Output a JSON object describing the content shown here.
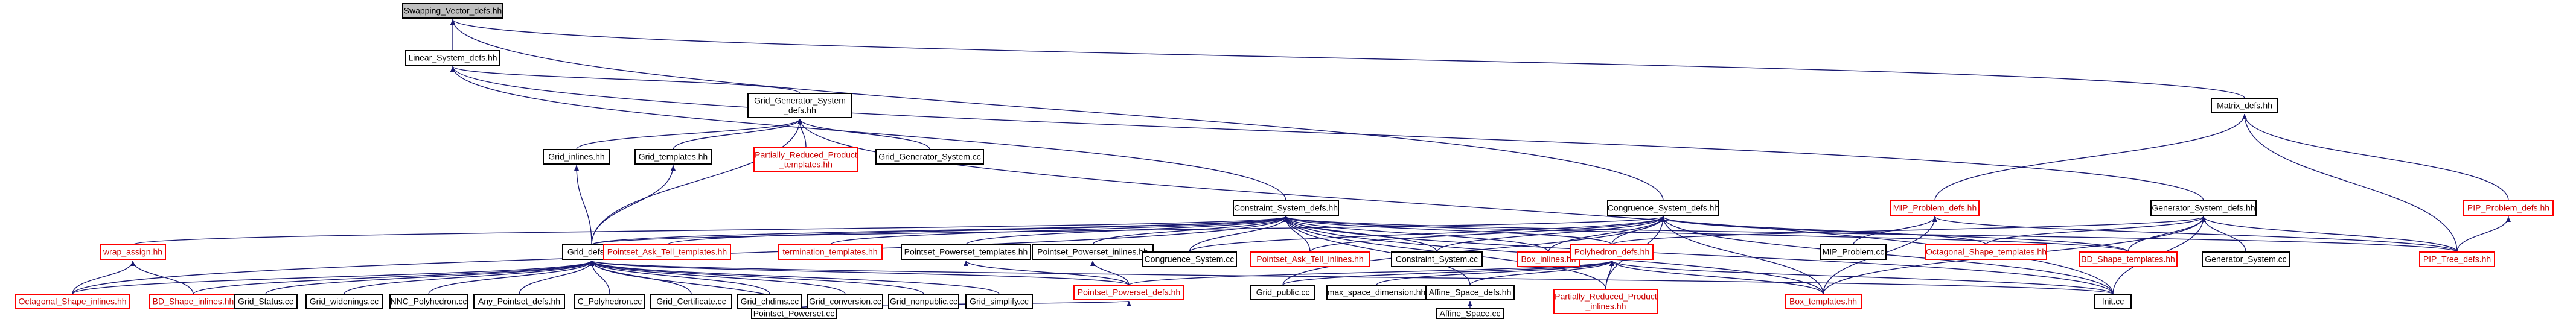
{
  "colors": {
    "edge": "#191970",
    "border_normal": "#000000",
    "border_red": "#ff0000",
    "focus_fill": "#bfbfbf",
    "text_normal": "#000000",
    "text_red": "#cc0000",
    "background": "#ffffff"
  },
  "nodes": [
    {
      "id": "swv",
      "lines": [
        "Swapping_Vector_defs.hh"
      ],
      "style": "focus"
    },
    {
      "id": "lsd",
      "lines": [
        "Linear_System_defs.hh"
      ],
      "style": "normal"
    },
    {
      "id": "mat",
      "lines": [
        "Matrix_defs.hh"
      ],
      "style": "normal"
    },
    {
      "id": "ggs",
      "lines": [
        "Grid_Generator_System",
        "_defs.hh"
      ],
      "style": "normal"
    },
    {
      "id": "gin",
      "lines": [
        "Grid_inlines.hh"
      ],
      "style": "normal"
    },
    {
      "id": "gtp",
      "lines": [
        "Grid_templates.hh"
      ],
      "style": "normal"
    },
    {
      "id": "prp",
      "lines": [
        "Partially_Reduced_Product",
        "_templates.hh"
      ],
      "style": "red"
    },
    {
      "id": "ggsc",
      "lines": [
        "Grid_Generator_System.cc"
      ],
      "style": "normal"
    },
    {
      "id": "csd",
      "lines": [
        "Constraint_System_defs.hh"
      ],
      "style": "normal"
    },
    {
      "id": "cgsd",
      "lines": [
        "Congruence_System_defs.hh"
      ],
      "style": "normal"
    },
    {
      "id": "mipd",
      "lines": [
        "MIP_Problem_defs.hh"
      ],
      "style": "red"
    },
    {
      "id": "gsd",
      "lines": [
        "Generator_System_defs.hh"
      ],
      "style": "normal"
    },
    {
      "id": "pipd",
      "lines": [
        "PIP_Problem_defs.hh"
      ],
      "style": "red"
    },
    {
      "id": "wrap",
      "lines": [
        "wrap_assign.hh"
      ],
      "style": "red"
    },
    {
      "id": "gdef",
      "lines": [
        "Grid_defs.hh"
      ],
      "style": "normal"
    },
    {
      "id": "patt",
      "lines": [
        "Pointset_Ask_Tell_templates.hh"
      ],
      "style": "red"
    },
    {
      "id": "term",
      "lines": [
        "termination_templates.hh"
      ],
      "style": "red"
    },
    {
      "id": "ppt",
      "lines": [
        "Pointset_Powerset_templates.hh"
      ],
      "style": "normal"
    },
    {
      "id": "ppi",
      "lines": [
        "Pointset_Powerset_inlines.hh"
      ],
      "style": "normal"
    },
    {
      "id": "cgsc",
      "lines": [
        "Congruence_System.cc"
      ],
      "style": "normal"
    },
    {
      "id": "pati",
      "lines": [
        "Pointset_Ask_Tell_inlines.hh"
      ],
      "style": "red"
    },
    {
      "id": "csc",
      "lines": [
        "Constraint_System.cc"
      ],
      "style": "normal"
    },
    {
      "id": "boxi",
      "lines": [
        "Box_inlines.hh"
      ],
      "style": "red"
    },
    {
      "id": "phd",
      "lines": [
        "Polyhedron_defs.hh"
      ],
      "style": "red"
    },
    {
      "id": "mipc",
      "lines": [
        "MIP_Problem.cc"
      ],
      "style": "normal"
    },
    {
      "id": "octt",
      "lines": [
        "Octagonal_Shape_templates.hh"
      ],
      "style": "red"
    },
    {
      "id": "bdst",
      "lines": [
        "BD_Shape_templates.hh"
      ],
      "style": "red"
    },
    {
      "id": "gsc",
      "lines": [
        "Generator_System.cc"
      ],
      "style": "normal"
    },
    {
      "id": "pipt",
      "lines": [
        "PIP_Tree_defs.hh"
      ],
      "style": "red"
    },
    {
      "id": "octi",
      "lines": [
        "Octagonal_Shape_inlines.hh"
      ],
      "style": "red"
    },
    {
      "id": "bdsi",
      "lines": [
        "BD_Shape_inlines.hh"
      ],
      "style": "red"
    },
    {
      "id": "gst",
      "lines": [
        "Grid_Status.cc"
      ],
      "style": "normal"
    },
    {
      "id": "gwid",
      "lines": [
        "Grid_widenings.cc"
      ],
      "style": "normal"
    },
    {
      "id": "nnc",
      "lines": [
        "NNC_Polyhedron.cc"
      ],
      "style": "normal"
    },
    {
      "id": "apd",
      "lines": [
        "Any_Pointset_defs.hh"
      ],
      "style": "normal"
    },
    {
      "id": "cpol",
      "lines": [
        "C_Polyhedron.cc"
      ],
      "style": "normal"
    },
    {
      "id": "gcert",
      "lines": [
        "Grid_Certificate.cc"
      ],
      "style": "normal"
    },
    {
      "id": "gchd",
      "lines": [
        "Grid_chdims.cc"
      ],
      "style": "normal"
    },
    {
      "id": "gconv",
      "lines": [
        "Grid_conversion.cc"
      ],
      "style": "normal"
    },
    {
      "id": "gnonp",
      "lines": [
        "Grid_nonpublic.cc"
      ],
      "style": "normal"
    },
    {
      "id": "gsimp",
      "lines": [
        "Grid_simplify.cc"
      ],
      "style": "normal"
    },
    {
      "id": "ppd",
      "lines": [
        "Pointset_Powerset_defs.hh"
      ],
      "style": "red"
    },
    {
      "id": "gpub",
      "lines": [
        "Grid_public.cc"
      ],
      "style": "normal"
    },
    {
      "id": "msd",
      "lines": [
        "max_space_dimension.hh"
      ],
      "style": "normal"
    },
    {
      "id": "asd",
      "lines": [
        "Affine_Space_defs.hh"
      ],
      "style": "normal"
    },
    {
      "id": "prpi",
      "lines": [
        "Partially_Reduced_Product",
        "_inlines.hh"
      ],
      "style": "red"
    },
    {
      "id": "boxt",
      "lines": [
        "Box_templates.hh"
      ],
      "style": "red"
    },
    {
      "id": "init",
      "lines": [
        "Init.cc"
      ],
      "style": "normal"
    },
    {
      "id": "pps",
      "lines": [
        "Pointset_Powerset.cc"
      ],
      "style": "normal"
    },
    {
      "id": "asc",
      "lines": [
        "Affine_Space.cc"
      ],
      "style": "normal"
    }
  ],
  "edges": [
    [
      "swv",
      "lsd"
    ],
    [
      "swv",
      "mat"
    ],
    [
      "swv",
      "cgsd"
    ],
    [
      "lsd",
      "ggs"
    ],
    [
      "lsd",
      "csd"
    ],
    [
      "lsd",
      "gsd"
    ],
    [
      "mat",
      "mipd"
    ],
    [
      "mat",
      "pipd"
    ],
    [
      "mat",
      "pipt"
    ],
    [
      "ggs",
      "gin"
    ],
    [
      "ggs",
      "gtp"
    ],
    [
      "ggs",
      "prp"
    ],
    [
      "ggs",
      "ggsc"
    ],
    [
      "ggs",
      "gdef"
    ],
    [
      "ggs",
      "init"
    ],
    [
      "csd",
      "gdef"
    ],
    [
      "csd",
      "wrap"
    ],
    [
      "csd",
      "octi"
    ],
    [
      "csd",
      "patt"
    ],
    [
      "csd",
      "term"
    ],
    [
      "csd",
      "ppt"
    ],
    [
      "csd",
      "ppi"
    ],
    [
      "csd",
      "cgsc"
    ],
    [
      "csd",
      "pati"
    ],
    [
      "csd",
      "csc"
    ],
    [
      "csd",
      "boxi"
    ],
    [
      "csd",
      "phd"
    ],
    [
      "csd",
      "prpi"
    ],
    [
      "csd",
      "boxt"
    ],
    [
      "csd",
      "asd"
    ],
    [
      "csd",
      "pipt"
    ],
    [
      "csd",
      "bdst"
    ],
    [
      "csd",
      "init"
    ],
    [
      "cgsd",
      "gdef"
    ],
    [
      "cgsd",
      "cgsc"
    ],
    [
      "cgsd",
      "csc"
    ],
    [
      "cgsd",
      "boxi"
    ],
    [
      "cgsd",
      "phd"
    ],
    [
      "cgsd",
      "pati"
    ],
    [
      "cgsd",
      "boxt"
    ],
    [
      "cgsd",
      "prpi"
    ],
    [
      "cgsd",
      "octt"
    ],
    [
      "cgsd",
      "bdst"
    ],
    [
      "cgsd",
      "init"
    ],
    [
      "cgsd",
      "gpub"
    ],
    [
      "mipd",
      "mipc"
    ],
    [
      "mipd",
      "boxt"
    ],
    [
      "mipd",
      "pipt"
    ],
    [
      "gsd",
      "octt"
    ],
    [
      "gsd",
      "bdst"
    ],
    [
      "gsd",
      "gsc"
    ],
    [
      "gsd",
      "init"
    ],
    [
      "gsd",
      "phd"
    ],
    [
      "gsd",
      "boxt"
    ],
    [
      "gsd",
      "pipt"
    ],
    [
      "pipd",
      "pipt"
    ],
    [
      "wrap",
      "octi"
    ],
    [
      "wrap",
      "bdsi"
    ],
    [
      "gin",
      "gdef"
    ],
    [
      "gtp",
      "gdef"
    ],
    [
      "gdef",
      "octi"
    ],
    [
      "gdef",
      "bdsi"
    ],
    [
      "gdef",
      "gst"
    ],
    [
      "gdef",
      "gwid"
    ],
    [
      "gdef",
      "nnc"
    ],
    [
      "gdef",
      "apd"
    ],
    [
      "gdef",
      "cpol"
    ],
    [
      "gdef",
      "gcert"
    ],
    [
      "gdef",
      "gchd"
    ],
    [
      "gdef",
      "gconv"
    ],
    [
      "gdef",
      "gnonp"
    ],
    [
      "gdef",
      "gsimp"
    ],
    [
      "gdef",
      "ppd"
    ],
    [
      "gdef",
      "pps"
    ],
    [
      "gdef",
      "init"
    ],
    [
      "ppt",
      "ppd"
    ],
    [
      "ppi",
      "ppd"
    ],
    [
      "ppd",
      "pps"
    ],
    [
      "phd",
      "ppd"
    ],
    [
      "phd",
      "gpub"
    ],
    [
      "phd",
      "msd"
    ],
    [
      "phd",
      "asd"
    ],
    [
      "phd",
      "prpi"
    ],
    [
      "phd",
      "boxt"
    ],
    [
      "phd",
      "init"
    ],
    [
      "asd",
      "asc"
    ]
  ]
}
